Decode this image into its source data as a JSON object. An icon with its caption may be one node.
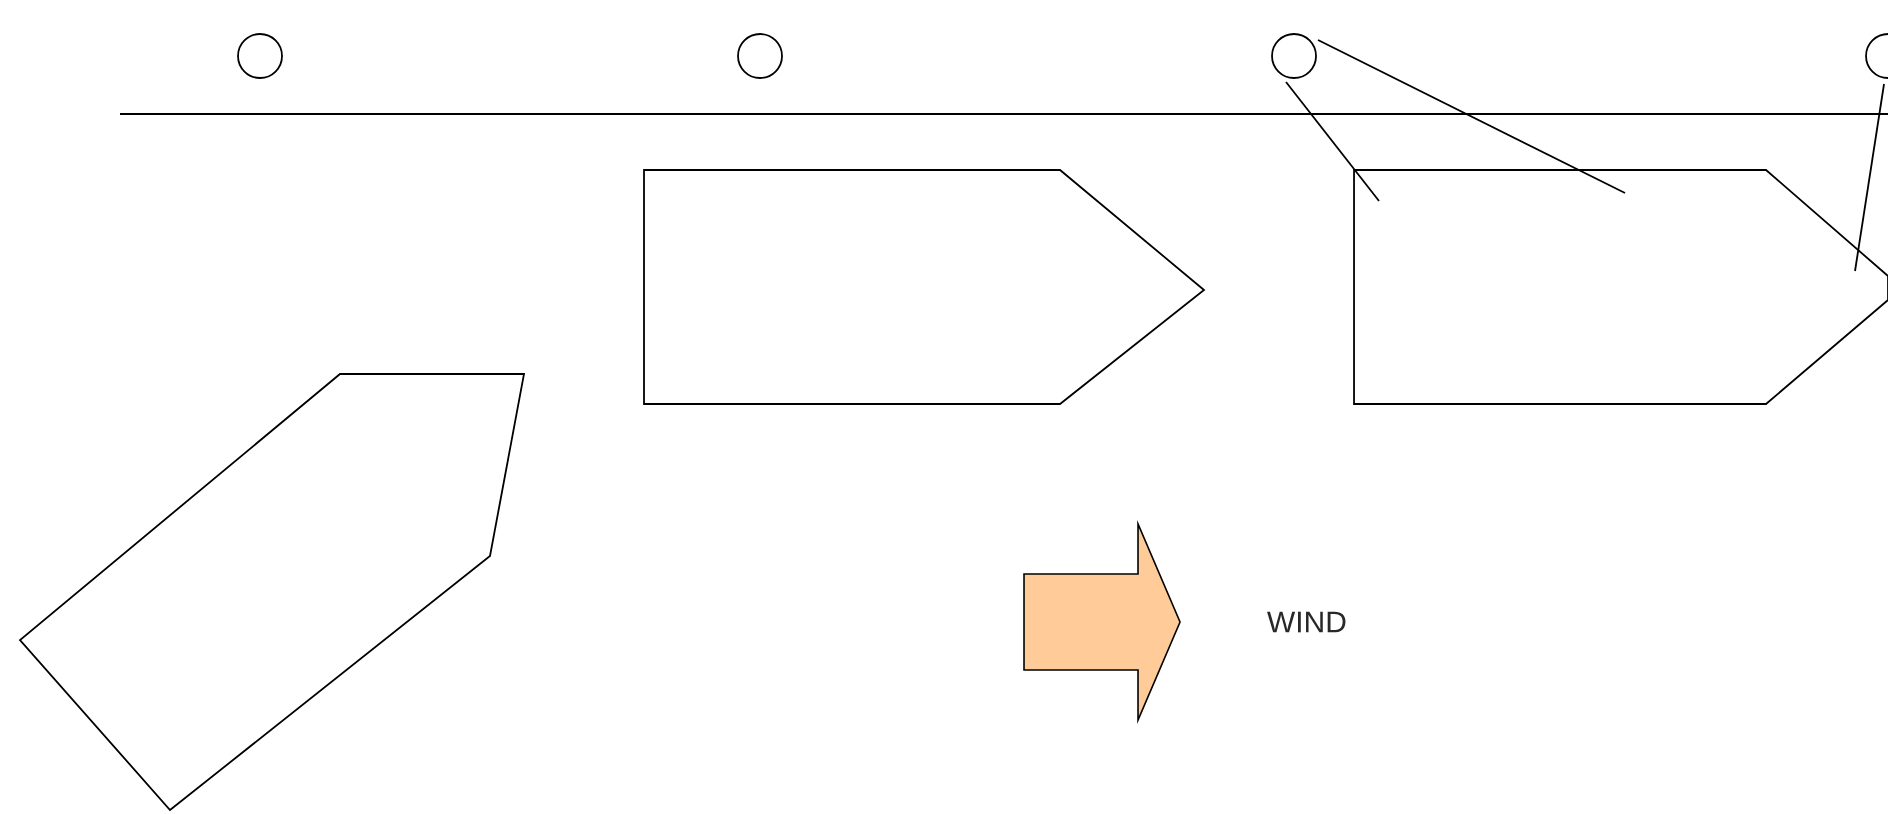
{
  "diagram": {
    "nodes": [
      {
        "text": [],
        "shape": "circle"
      },
      {
        "text": [],
        "shape": "circle"
      },
      {
        "text": [],
        "shape": "circle"
      },
      {
        "text": [],
        "shape": "circle"
      },
      {
        "text": [],
        "shape": "boat"
      },
      {
        "text": [],
        "shape": "boat"
      },
      {
        "text": [],
        "shape": "boat"
      }
    ],
    "edges": [
      {
        "from": 2,
        "to": 6,
        "arrow": "none"
      },
      {
        "from": 2,
        "to": 6,
        "arrow": "none"
      },
      {
        "from": 3,
        "to": 6,
        "arrow": "none"
      }
    ],
    "labels": [
      "WIND"
    ]
  }
}
